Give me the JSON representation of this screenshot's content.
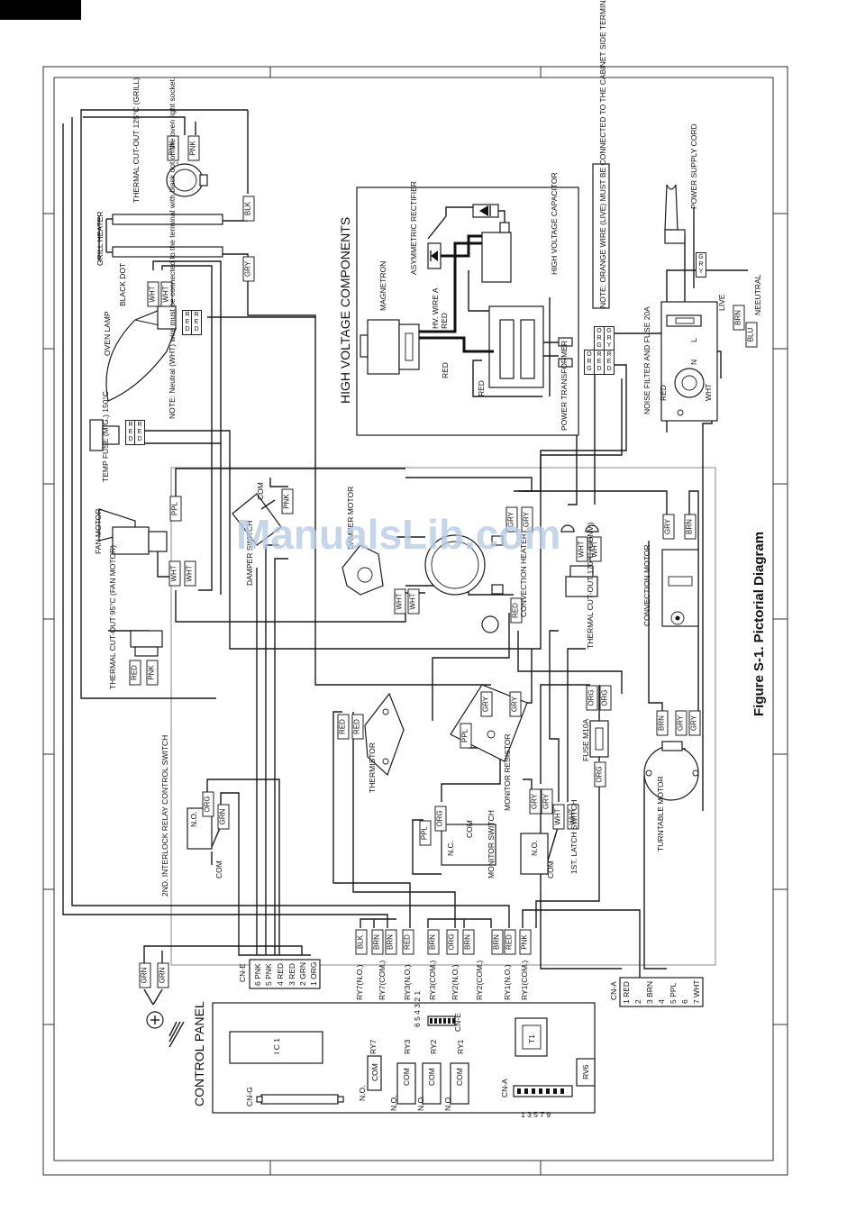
{
  "figure": {
    "title": "Figure S-1. Pictorial Diagram",
    "watermark": "ManualsLib.com"
  },
  "components": {
    "high_voltage_components": "HIGH VOLTAGE COMPONENTS",
    "magnetron": "MAGNETRON",
    "asymmetric_rectifier": "ASYMMETRIC RECTIFIER",
    "hv_wire_a": "HV. WIRE A",
    "high_voltage_capacitor": "HIGH VOLTAGE CAPACITOR",
    "power_transformer": "POWER TRANSFORMER",
    "noise_filter": "NOISE FILTER AND FUSE 20A",
    "power_supply_cord": "POWER SUPPLY CORD",
    "neutral": "NEEUTRAL",
    "live": "LIVE",
    "note_orange": "NOTE: ORANGE WIRE (LIVE) MUST BE CONNECTED TO THE CABINET SIDE TERMINAL OF POWER TRANSFORMER",
    "thermal_cutout_grill": "THERMAL CUT-OUT 125°C (GRILL)",
    "grill_heater": "GRILL HEATER",
    "black_dot": "BLACK DOT",
    "oven_lamp": "OVEN LAMP",
    "note_neutral": "NOTE: Neutral (WHT) wire must be connected to the terminal with black dot on the oven light socket.",
    "temp_fuse": "TEMP FUSE (M.G.) 150°C",
    "fan_motor": "FAN MOTOR",
    "thermal_cutout_fan": "THERMAL CUT-OUT 95°C (FAN MOTOR)",
    "damper_switch": "DAMPER SWITCH",
    "damper_motor": "DAMPER MOTOR",
    "convection_heater": "CONVECTION HEATER",
    "thermal_cutout_conv": "THERMAL CUT-OUT 170°C (CONV.)",
    "convection_motor": "CONVECTION MOTOR",
    "thermistor": "THERMISTOR",
    "monitor_resistor": "MONITOR RESISTOR",
    "monitor_switch": "MONITOR SWITCH",
    "first_latch_switch": "1ST. LATCH SWITCH",
    "fuse_m10a": "FUSE M10A",
    "turntable_motor": "TURNTABLE MOTOR",
    "second_interlock": "2ND. INTERLOCK RELAY CONTROL SWITCH",
    "control_panel": "CONTROL PANEL",
    "com": "COM",
    "no": "N.O.",
    "nc": "N.C.",
    "l": "L",
    "n": "N",
    "ic1": "I C 1",
    "t1": "T1",
    "rv6": "RV6",
    "ry7": "RY7",
    "ry3": "RY3",
    "ry2": "RY2",
    "ry1": "RY1",
    "cn_e": "CN-E",
    "cn_a": "CN-A",
    "cn_g": "CN-G",
    "cn_a_pins": "1 3 5 7 9",
    "cn_e_pins": "6 5 4 3 2 1"
  },
  "wires": {
    "pnk": "PNK",
    "blk": "BLK",
    "gry": "GRY",
    "wht": "WHT",
    "red": "RED",
    "ppl": "PPL",
    "brn": "BRN",
    "org": "ORG",
    "grn": "GRN",
    "blu": "BLU",
    "red_stack": "R E D",
    "gry_stack": "G R Y",
    "org_stack": "O R G"
  },
  "relay_labels": [
    "RY7(N.O.)",
    "RY7(COM.)",
    "RY3(N.O.)",
    "RY3(COM.)",
    "RY2(N.O.)",
    "RY2(COM.)",
    "RY1(N.O.)",
    "RY1(COM.)"
  ],
  "relay_wires": [
    "BLK",
    "BRN",
    "BRN",
    "RED",
    "BRN",
    "ORG",
    "BRN",
    "BRN",
    "RED",
    "PNK"
  ],
  "cn_e_rows": [
    {
      "pin": "6",
      "color": "PNK"
    },
    {
      "pin": "5",
      "color": "PNK"
    },
    {
      "pin": "4",
      "color": "RED"
    },
    {
      "pin": "3",
      "color": "RED"
    },
    {
      "pin": "2",
      "color": "GRN"
    },
    {
      "pin": "1",
      "color": "ORG"
    }
  ],
  "cn_a_rows": [
    {
      "pin": "1",
      "color": "RED"
    },
    {
      "pin": "2",
      "color": ""
    },
    {
      "pin": "3",
      "color": "BRN"
    },
    {
      "pin": "4",
      "color": ""
    },
    {
      "pin": "5",
      "color": "PPL"
    },
    {
      "pin": "6",
      "color": ""
    },
    {
      "pin": "7",
      "color": "WHT"
    }
  ]
}
